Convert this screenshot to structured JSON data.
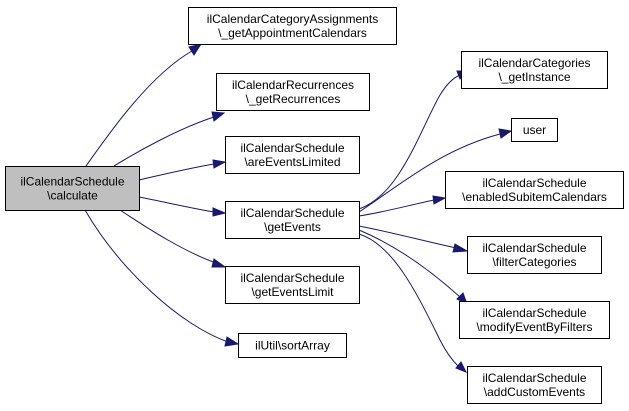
{
  "nodes": [
    {
      "id": "n0",
      "lines": [
        "ilCalendarSchedule",
        "\\calculate"
      ],
      "root": true
    },
    {
      "id": "n1",
      "lines": [
        "ilCalendarCategoryAssignments",
        "\\_getAppointmentCalendars"
      ]
    },
    {
      "id": "n2",
      "lines": [
        "ilCalendarRecurrences",
        "\\_getRecurrences"
      ]
    },
    {
      "id": "n3",
      "lines": [
        "ilCalendarSchedule",
        "\\areEventsLimited"
      ]
    },
    {
      "id": "n4",
      "lines": [
        "ilCalendarSchedule",
        "\\getEvents"
      ]
    },
    {
      "id": "n5",
      "lines": [
        "ilCalendarSchedule",
        "\\getEventsLimit"
      ]
    },
    {
      "id": "n6",
      "lines": [
        "ilUtil\\sortArray"
      ]
    },
    {
      "id": "n7",
      "lines": [
        "ilCalendarCategories",
        "\\_getInstance"
      ]
    },
    {
      "id": "n8",
      "lines": [
        "user"
      ]
    },
    {
      "id": "n9",
      "lines": [
        "ilCalendarSchedule",
        "\\enabledSubitemCalendars"
      ]
    },
    {
      "id": "n10",
      "lines": [
        "ilCalendarSchedule",
        "\\filterCategories"
      ]
    },
    {
      "id": "n11",
      "lines": [
        "ilCalendarSchedule",
        "\\modifyEventByFilters"
      ]
    },
    {
      "id": "n12",
      "lines": [
        "ilCalendarSchedule",
        "\\addCustomEvents"
      ]
    }
  ],
  "edges": [
    [
      "n0",
      "n1"
    ],
    [
      "n0",
      "n2"
    ],
    [
      "n0",
      "n3"
    ],
    [
      "n0",
      "n4"
    ],
    [
      "n0",
      "n5"
    ],
    [
      "n0",
      "n6"
    ],
    [
      "n4",
      "n7"
    ],
    [
      "n4",
      "n8"
    ],
    [
      "n4",
      "n9"
    ],
    [
      "n4",
      "n10"
    ],
    [
      "n4",
      "n11"
    ],
    [
      "n4",
      "n12"
    ]
  ],
  "colors": {
    "edge": "#191970",
    "root_fill": "#bfbfbf",
    "node_fill": "#ffffff",
    "border": "#000000"
  }
}
